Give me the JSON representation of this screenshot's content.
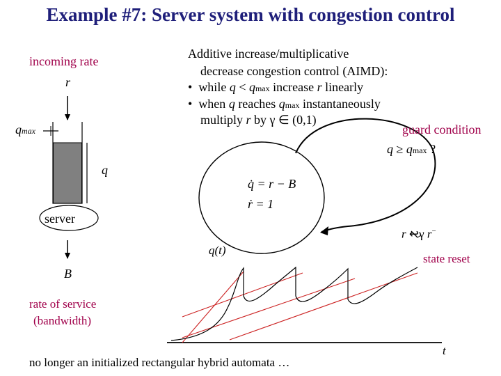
{
  "title": "Example #7: Server system with congestion control",
  "queue": {
    "incoming_rate_label": "incoming rate",
    "r_label": "r",
    "qmax_label": "q",
    "qmax_sub": "max",
    "q_label": "q",
    "server_label": "server",
    "B_label": "B",
    "rate_of_service_line1": "rate of service",
    "rate_of_service_line2": "(bandwidth)"
  },
  "aimd": {
    "line1": "Additive increase/multiplicative",
    "line2": "decrease congestion control (AIMD):",
    "bullet1_prefix": "while ",
    "bullet1_q": "q",
    "bullet1_lt": " < ",
    "bullet1_qmax": "q",
    "bullet1_max": "max",
    "bullet1_suffix": " increase ",
    "bullet1_r": "r",
    "bullet1_end": " linearly",
    "bullet2_prefix": "when ",
    "bullet2_q": "q",
    "bullet2_mid": " reaches ",
    "bullet2_qmax": "q",
    "bullet2_max": "max",
    "bullet2_end": " instantaneously",
    "line5_prefix": "multiply ",
    "line5_r": "r",
    "line5_end": " by γ ∈ (0,1)",
    "bullet_glyph": "•"
  },
  "automaton": {
    "guard_condition_label": "guard condition",
    "guard_q": "q",
    "guard_geq": " ≥ ",
    "guard_qmax": "q",
    "guard_max": "max",
    "guard_qmark": " ?",
    "eq1_lhs": "q̇",
    "eq1_rhs": " = r − B",
    "eq2_lhs": "ṙ",
    "eq2_rhs": " = 1",
    "reset_r": "r",
    "reset_arrow": " ↩γ ",
    "reset_rminus": "r",
    "reset_minus": "−",
    "state_reset_label": "state reset"
  },
  "plot": {
    "q_of_t_label": "q(t)",
    "t_label": "t",
    "curve_color": "#000000",
    "linear_color": "#cc2222"
  },
  "footer": "no longer an initialized rectangular hybrid automata …",
  "colors": {
    "title": "#1f1f7a",
    "magenta": "#a0004a",
    "queue_fill": "#808080"
  }
}
